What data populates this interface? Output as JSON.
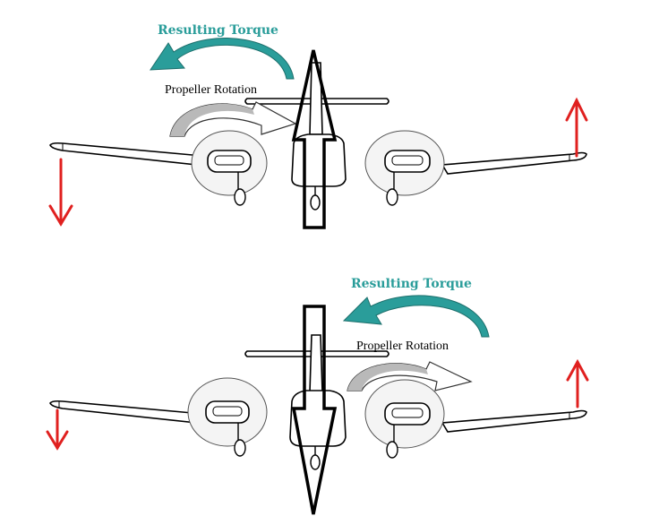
{
  "colors": {
    "torque": "#2a9d9a",
    "torque_dark": "#1d6f6c",
    "rotation_arrow": "#b9b9b9",
    "force_arrow": "#e0201f",
    "outline": "#000000"
  },
  "icons": [
    "torque-arrow-icon",
    "propeller-rotation-arrow-icon",
    "thrust-arrow-icon",
    "wing-force-arrow-icon"
  ],
  "panels": [
    {
      "id": "top",
      "torque_label": "Resulting Torque",
      "rotation_label": "Propeller Rotation",
      "torque_direction": "left",
      "rotation_direction": "right",
      "thrust_direction": "up",
      "left_wing_force": "down",
      "right_wing_force": "up"
    },
    {
      "id": "bottom",
      "torque_label": "Resulting Torque",
      "rotation_label": "Propeller Rotation",
      "torque_direction": "left",
      "rotation_direction": "right",
      "thrust_direction": "down",
      "left_wing_force": "down",
      "right_wing_force": "up"
    }
  ]
}
